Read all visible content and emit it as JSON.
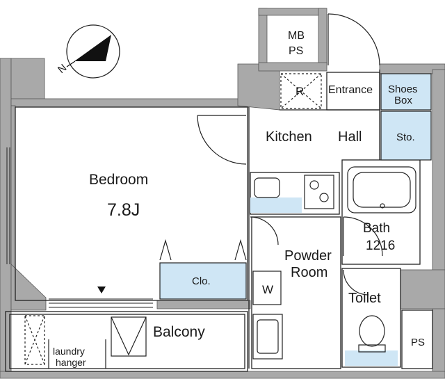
{
  "rooms": {
    "bedroom": {
      "name": "Bedroom",
      "size": "7.8J"
    },
    "kitchen": "Kitchen",
    "hall": "Hall",
    "entrance": "Entrance",
    "shoes_box": {
      "line1": "Shoes",
      "line2": "Box"
    },
    "storage": "Sto.",
    "mb_ps": {
      "line1": "MB",
      "line2": "PS"
    },
    "refrigerator": "R",
    "bath": {
      "name": "Bath",
      "size": "1216"
    },
    "powder_room": {
      "line1": "Powder",
      "line2": "Room"
    },
    "washer": "W",
    "toilet": "Toilet",
    "closet": "Clo.",
    "balcony": "Balcony",
    "laundry_hanger": {
      "line1": "laundry",
      "line2": "hanger"
    },
    "ps": "PS"
  },
  "compass": {
    "label": "N"
  },
  "colors": {
    "wall": "#a9a9a9",
    "storage_fill": "#cfe6f5",
    "line": "#222222"
  }
}
